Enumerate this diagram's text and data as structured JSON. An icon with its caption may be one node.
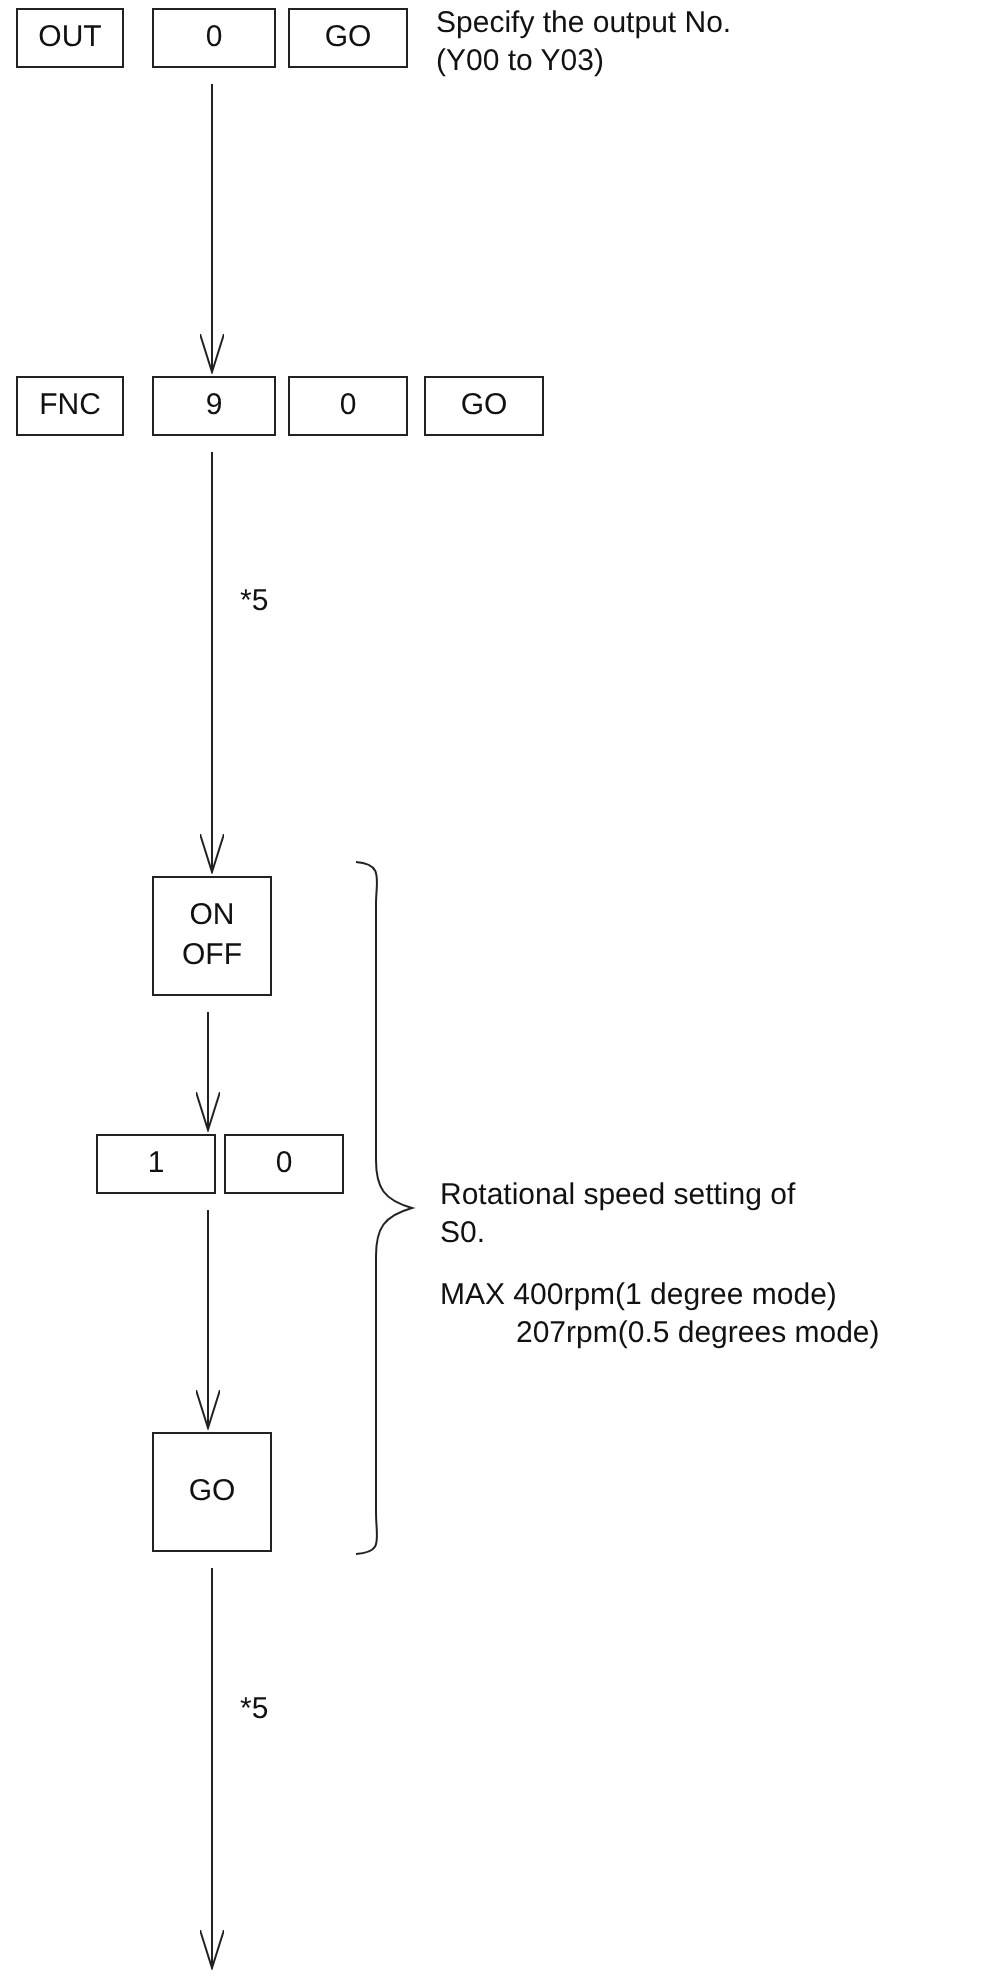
{
  "diagram": {
    "nodes": [
      {
        "text": [
          "OUT"
        ]
      },
      {
        "text": [
          "0"
        ]
      },
      {
        "text": [
          "GO"
        ],
        "beside": [
          "Specify the output No. (Y00 to Y03)"
        ]
      },
      {
        "text": [
          "FNC"
        ]
      },
      {
        "text": [
          "9"
        ]
      },
      {
        "text": [
          "0"
        ]
      },
      {
        "text": [
          "GO"
        ]
      },
      {
        "text": [
          "ON OFF"
        ]
      },
      {
        "text": [
          "1"
        ]
      },
      {
        "text": [
          "0"
        ]
      },
      {
        "text": [
          "GO"
        ]
      }
    ],
    "edges": [
      {
        "from": 1,
        "to": 4,
        "arrow": "to"
      },
      {
        "from": 4,
        "to": 7,
        "arrow": "to",
        "label": "*5"
      },
      {
        "from": 7,
        "to": 8,
        "arrow": "to"
      },
      {
        "from": 8,
        "to": 10,
        "arrow": "to"
      },
      {
        "from": 10,
        "to": null,
        "arrow": "to",
        "label": "*5"
      }
    ],
    "labels": [
      "Rotational speed setting of S0.",
      "MAX 400rpm(1 degree mode)",
      "207rpm(0.5 degrees mode)"
    ]
  }
}
